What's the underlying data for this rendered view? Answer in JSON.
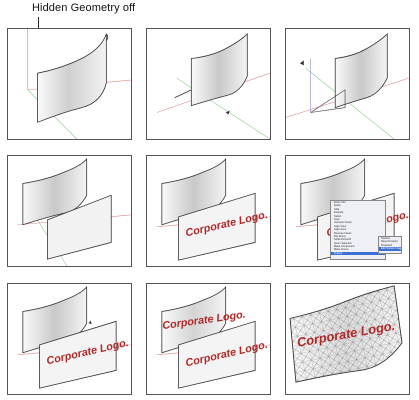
{
  "callout": {
    "label": "Hidden Geometry off"
  },
  "logo_text": "Corporate Logo.",
  "colors": {
    "logo_red": "#b02a2a",
    "axis_red": "#d88",
    "axis_green": "#8c8",
    "axis_blue": "#88c",
    "panel_border": "#555"
  },
  "menu": {
    "items": [
      "Entity Info",
      "Erase",
      "Hide",
      "",
      "Explode",
      "Select",
      "Area",
      "Intersect Faces",
      "Align View",
      "Align Axes",
      "Reverse Faces",
      "Flip Along",
      "Soften/Smooth",
      "Zoom Selection",
      "",
      "Make Component",
      "Make Group",
      "Texture"
    ],
    "submenu": [
      "Position",
      "Reset Position",
      "Projected",
      "Edit Texture Image"
    ]
  }
}
